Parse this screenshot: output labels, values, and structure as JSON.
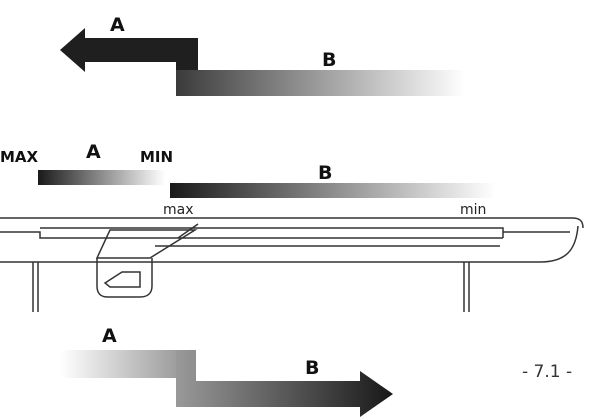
{
  "top_arrow": {
    "label_a": "A",
    "label_b": "B"
  },
  "scale_bars": {
    "label_a": "A",
    "label_b": "B",
    "a_max": "MAX",
    "a_min": "MIN",
    "b_max": "max",
    "b_min": "min"
  },
  "bottom_arrow": {
    "label_a": "A",
    "label_b": "B"
  },
  "page_number": "- 7.1 -",
  "colors": {
    "dark": "#1a1a1a",
    "light": "#ffffff",
    "line": "#333333"
  }
}
